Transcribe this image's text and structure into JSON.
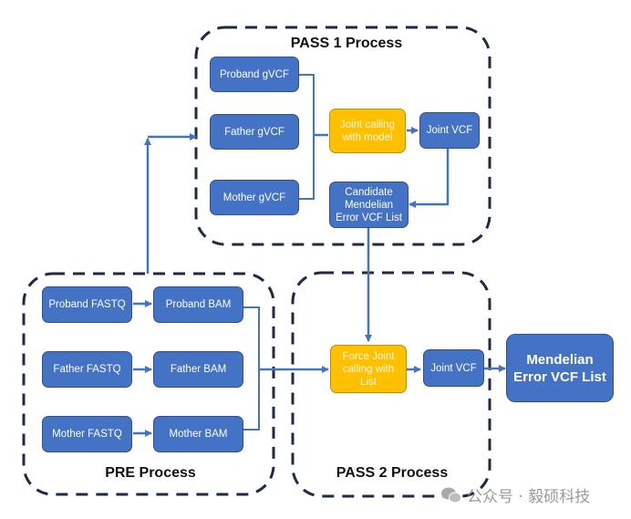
{
  "colors": {
    "node_blue": "#4472c4",
    "node_yellow": "#ffc000",
    "arrow": "#4472c4",
    "group_border": "#1f2a44"
  },
  "groups": {
    "pass1": {
      "title": "PASS 1 Process"
    },
    "pre": {
      "title": "PRE Process"
    },
    "pass2": {
      "title": "PASS 2 Process"
    }
  },
  "nodes": {
    "proband_gvcf": "Proband gVCF",
    "father_gvcf": "Father gVCF",
    "mother_gvcf": "Mother gVCF",
    "joint_calling_model": "Joint calling with model",
    "joint_vcf_1": "Joint VCF",
    "candidate_list": "Candidate Mendelian Error VCF List",
    "proband_fastq": "Proband FASTQ",
    "father_fastq": "Father FASTQ",
    "mother_fastq": "Mother FASTQ",
    "proband_bam": "Proband BAM",
    "father_bam": "Father BAM",
    "mother_bam": "Mother BAM",
    "force_joint_calling": "Force Joint calling with List",
    "joint_vcf_2": "Joint VCF",
    "mendelian_error_list": "Mendelian Error VCF List"
  },
  "edges": [
    {
      "from": "proband_fastq",
      "to": "proband_bam"
    },
    {
      "from": "father_fastq",
      "to": "father_bam"
    },
    {
      "from": "mother_fastq",
      "to": "mother_bam"
    },
    {
      "from": "pre_group",
      "to": "pass1_group"
    },
    {
      "from": "proband_gvcf",
      "to": "joint_calling_model"
    },
    {
      "from": "father_gvcf",
      "to": "joint_calling_model"
    },
    {
      "from": "mother_gvcf",
      "to": "joint_calling_model"
    },
    {
      "from": "joint_calling_model",
      "to": "joint_vcf_1"
    },
    {
      "from": "joint_vcf_1",
      "to": "candidate_list"
    },
    {
      "from": "candidate_list",
      "to": "force_joint_calling"
    },
    {
      "from": "proband_bam",
      "to": "force_joint_calling"
    },
    {
      "from": "father_bam",
      "to": "force_joint_calling"
    },
    {
      "from": "mother_bam",
      "to": "force_joint_calling"
    },
    {
      "from": "force_joint_calling",
      "to": "joint_vcf_2"
    },
    {
      "from": "joint_vcf_2",
      "to": "mendelian_error_list"
    }
  ],
  "watermark": {
    "icon": "wechat-icon",
    "text": "公众号 · 毅硕科技"
  }
}
